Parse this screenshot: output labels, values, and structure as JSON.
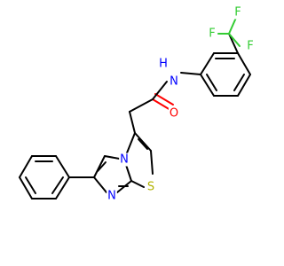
{
  "molecule": {
    "colors": {
      "carbon": "#000000",
      "nitrogen": "#0000ff",
      "oxygen": "#ff0000",
      "sulfur": "#b2b200",
      "fluorine": "#33cc33"
    },
    "atom_labels": {
      "n_amide": "N",
      "h_amide": "H",
      "o_carbonyl": "O",
      "f1": "F",
      "f2": "F",
      "f3": "F",
      "n_bridge": "N",
      "n_imidazole": "N",
      "s_thiazole": "S"
    }
  }
}
